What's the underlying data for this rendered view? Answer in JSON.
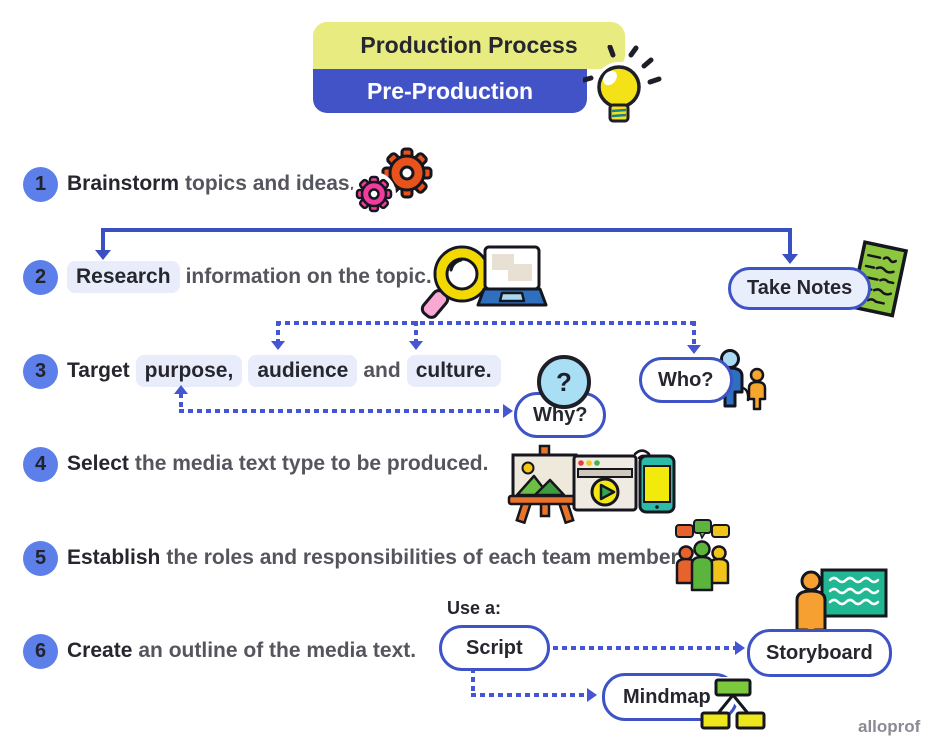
{
  "title": {
    "line1": "Production Process",
    "line2": "Pre-Production"
  },
  "steps": [
    {
      "num": "1",
      "lead": "Brainstorm",
      "rest": "topics and ideas."
    },
    {
      "num": "2",
      "boxed": "Research",
      "rest": "information on the topic."
    },
    {
      "num": "3",
      "lead": "Target",
      "box1": "purpose,",
      "box2": "audience",
      "mid": "and",
      "box3": "culture."
    },
    {
      "num": "4",
      "lead": "Select",
      "rest": "the media text type to be produced."
    },
    {
      "num": "5",
      "lead": "Establish",
      "rest": "the roles and responsibilities of each team member."
    },
    {
      "num": "6",
      "lead": "Create",
      "rest": "an outline of the media text."
    }
  ],
  "bubbles": {
    "take_notes": "Take Notes",
    "why": "Why?",
    "who": "Who?",
    "script": "Script",
    "storyboard": "Storyboard",
    "mindmap": "Mindmap"
  },
  "labels": {
    "use_a": "Use a:",
    "question_mark": "?"
  },
  "watermark": "alloprof",
  "icons": {
    "title": "lightbulb-icon",
    "step1": "gears-icon",
    "step2": [
      "magnifier-icon",
      "laptop-icon",
      "notes-paper-icon"
    ],
    "step3": [
      "question-mark-icon",
      "people-pair-icon"
    ],
    "step4": [
      "easel-icon",
      "media-player-icon",
      "phone-icon"
    ],
    "step5": "team-discussion-icon",
    "step6": [
      "storyboard-presenter-icon",
      "mindmap-chart-icon"
    ]
  },
  "colors": {
    "accent_blue": "#4253C8",
    "circle_blue": "#5C7FE9",
    "solid_line_blue": "#3A50C2",
    "dashed_blue": "#4555D4",
    "highlight_bg": "#E9EDFB",
    "title_yellow": "#E7EB80",
    "bubble_fill": "#E9EEFC",
    "text_dark": "#26262E",
    "text_gray": "#55555E"
  }
}
